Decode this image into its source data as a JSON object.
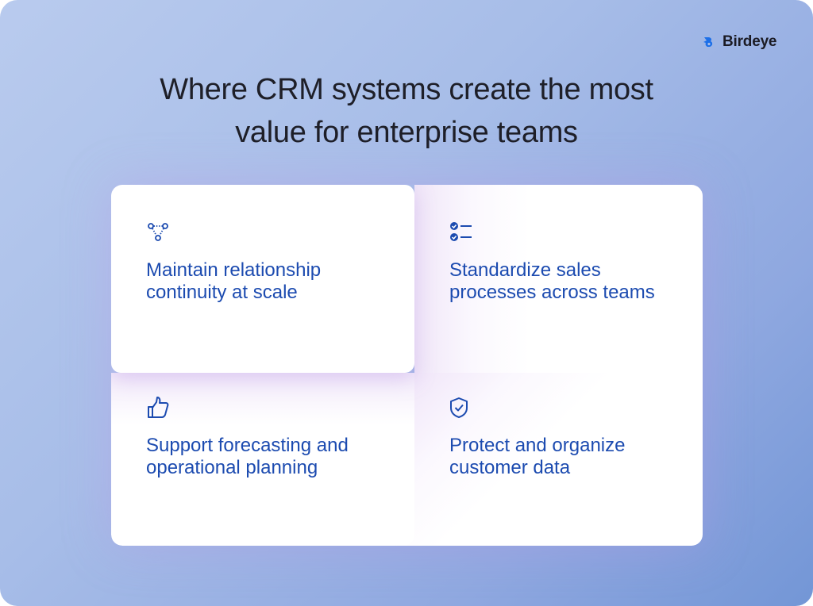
{
  "brand": {
    "name": "Birdeye",
    "accent": "#1c6fe8"
  },
  "title": {
    "line1": "Where CRM systems create the most",
    "line2": "value for enterprise teams"
  },
  "cards": [
    {
      "icon": "network-icon",
      "label": "Maintain relationship continuity at scale"
    },
    {
      "icon": "checklist-icon",
      "label": "Standardize sales processes across teams"
    },
    {
      "icon": "thumbs-up-icon",
      "label": "Support forecasting and operational planning"
    },
    {
      "icon": "shield-check-icon",
      "label": "Protect and organize customer data"
    }
  ]
}
